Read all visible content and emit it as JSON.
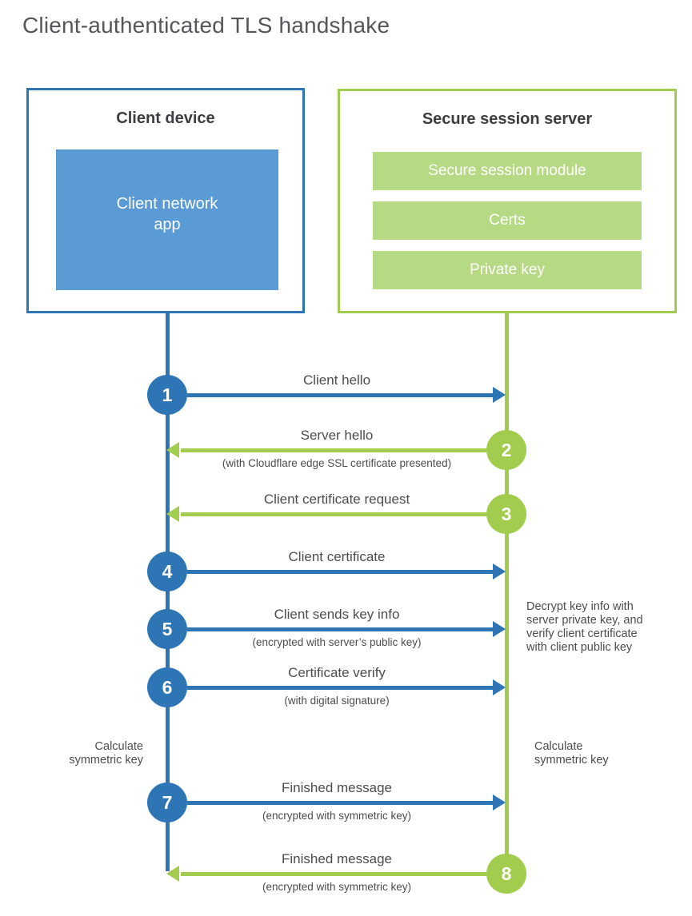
{
  "title": "Client-authenticated TLS handshake",
  "colors": {
    "blue_line": "#2e75b6",
    "blue_fill": "#5b9bd5",
    "green_line": "#a2cc4e",
    "green_fill": "#b6d983",
    "title_text": "#55565a",
    "label_text": "#4b4c4e"
  },
  "client": {
    "title": "Client device",
    "app_lines": [
      "Client network",
      "app"
    ]
  },
  "server": {
    "title": "Secure session server",
    "modules": [
      "Secure session module",
      "Certs",
      "Private key"
    ]
  },
  "steps": [
    {
      "num": "1",
      "direction": "client-to-server",
      "label": "Client hello",
      "sub": ""
    },
    {
      "num": "2",
      "direction": "server-to-client",
      "label": "Server hello",
      "sub": "(with Cloudflare edge SSL certificate presented)"
    },
    {
      "num": "3",
      "direction": "server-to-client",
      "label": "Client certificate request",
      "sub": ""
    },
    {
      "num": "4",
      "direction": "client-to-server",
      "label": "Client certificate",
      "sub": ""
    },
    {
      "num": "5",
      "direction": "client-to-server",
      "label": "Client sends key info",
      "sub": "(encrypted with server’s public key)"
    },
    {
      "num": "6",
      "direction": "client-to-server",
      "label": "Certificate verify",
      "sub": "(with digital signature)"
    },
    {
      "num": "7",
      "direction": "client-to-server",
      "label": "Finished message",
      "sub": "(encrypted with symmetric key)"
    },
    {
      "num": "8",
      "direction": "server-to-client",
      "label": "Finished message",
      "sub": "(encrypted with symmetric key)"
    }
  ],
  "annotations": {
    "calc_left_lines": [
      "Calculate",
      "symmetric key"
    ],
    "calc_right_lines": [
      "Calculate",
      "symmetric key"
    ],
    "decrypt_lines": [
      "Decrypt key info with",
      "server private key, and",
      "verify client certificate",
      "with client public key"
    ]
  }
}
